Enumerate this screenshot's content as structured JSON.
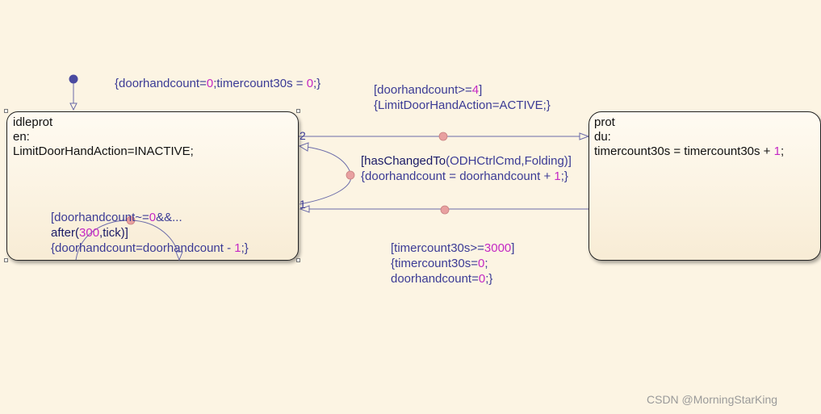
{
  "default_transition": {
    "action_open": "{doorhandcount=",
    "v0": "0",
    "action_mid": ";timercount30s = ",
    "v1": "0",
    "action_close": ";}"
  },
  "idle_state": {
    "name": "idleprot",
    "entry_keyword": "en:",
    "entry_action": "LimitDoorHandAction=INACTIVE;"
  },
  "prot_state": {
    "name": "prot",
    "during_keyword": "du:",
    "during_action_a": "timercount30s = timercount30s + ",
    "during_action_num": "1",
    "during_action_b": ";"
  },
  "t_to_prot": {
    "priority": "2",
    "condition_a": "[doorhandcount>=",
    "condition_num": "4",
    "condition_b": "]",
    "action": "{LimitDoorHandAction=ACTIVE;}"
  },
  "t_self_loop": {
    "condition_a": "[",
    "condition_fn": "hasChangedTo",
    "condition_b": "(ODHCtrlCmd,Folding)]",
    "action_a": "{doorhandcount = doorhandcount + ",
    "action_num": "1",
    "action_b": ";}"
  },
  "t_back": {
    "priority": "1",
    "condition_a": "[timercount30s>=",
    "condition_num": "3000",
    "condition_b": "]",
    "action_line1_a": "{timercount30s=",
    "action_line1_num": "0",
    "action_line1_b": ";",
    "action_line2_a": "doorhandcount=",
    "action_line2_num": "0",
    "action_line2_b": ";}"
  },
  "t_inner_loop": {
    "condition_a": "[doorhandcount~=",
    "condition_num": "0",
    "condition_b": "&&...",
    "after_a": "after(",
    "after_num": "300",
    "after_b": ",tick)]",
    "action_a": "{doorhandcount=doorhandcount - ",
    "action_num": "1",
    "action_b": ";}"
  },
  "watermark": "CSDN @MorningStarKing",
  "colors": {
    "background": "#fcf4e3",
    "label_text": "#3b3b95",
    "number": "#c428c4",
    "junction": "#e8a0a0",
    "default_dot": "#4a4aa0"
  }
}
